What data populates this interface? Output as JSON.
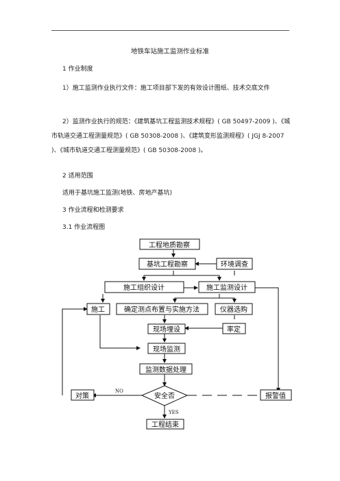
{
  "doc": {
    "title": "地铁车站施工监测作业标准",
    "s1": "1 作业制度",
    "p1": "1）施工监测作业执行文件：施工项目部下发的有效设计图纸、技术交底文件",
    "p2": "2）监测作业执行的规范：《建筑基坑工程监测技术规程》( GB 50497-2009 )、《城市轨道交通工程测量规范》( GB 50308-2008 )、《建筑变形监测规程》( JGJ 8-2007 )、《城市轨道交通工程测量规范》( GB 50308-2008 )。",
    "s2": "2 适用范围",
    "p3": "适用于基坑施工监测(地铁、房地产基坑)",
    "s3": "3 作业流程和检测要求",
    "s31": "3.1 作业流程图"
  },
  "flow": {
    "geology": "工程地质勘察",
    "pit_survey": "基坑工程勘察",
    "env_survey": "环境调查",
    "construction_design": "施工组织设计",
    "monitoring_design": "施工监测设计",
    "construction": "施工",
    "point_layout": "确定测点布置与实施方法",
    "instrument": "仪器选购",
    "burying": "现场埋设",
    "calibration": "率定",
    "field_monitoring": "现场监测",
    "data_processing": "监测数据处理",
    "safe": "安全否",
    "no": "NO",
    "yes": "YES",
    "countermeasure": "对策",
    "alarm": "报警值",
    "completion": "工程结束"
  }
}
